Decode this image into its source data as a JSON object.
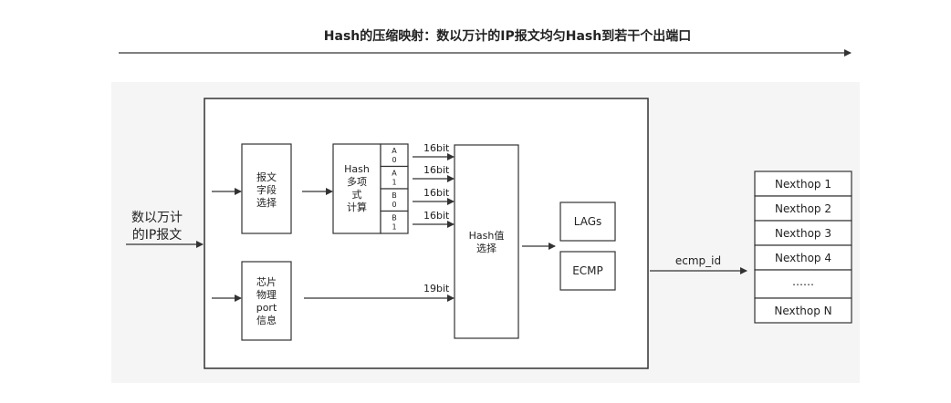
{
  "title": "Hash的压缩映射：数以万计的IP报文均匀Hash到若干个出端口",
  "input_label": [
    "数以万计",
    "的IP报文"
  ],
  "field_select_box": [
    "报文",
    "字段",
    "选择"
  ],
  "chip_port_box": [
    "芯片",
    "物理",
    "port",
    "信息"
  ],
  "hash_calc_box": [
    "Hash",
    "多项",
    "式",
    "计算"
  ],
  "hash_cells": [
    [
      "A",
      "0"
    ],
    [
      "A",
      "1"
    ],
    [
      "B",
      "0"
    ],
    [
      "B",
      "1"
    ]
  ],
  "bit_labels": [
    "16bit",
    "16bit",
    "16bit",
    "16bit"
  ],
  "port_bit_label": "19bit",
  "hash_select_box": [
    "Hash值",
    "选择"
  ],
  "lags_label": "LAGs",
  "ecmp_label": "ECMP",
  "ecmp_id_label": "ecmp_id",
  "nexthops": [
    "Nexthop 1",
    "Nexthop 2",
    "Nexthop 3",
    "Nexthop 4",
    "……",
    "Nexthop N"
  ],
  "colors": {
    "line": "#333333",
    "background": "#f5f5f5",
    "box_fill": "#ffffff"
  }
}
